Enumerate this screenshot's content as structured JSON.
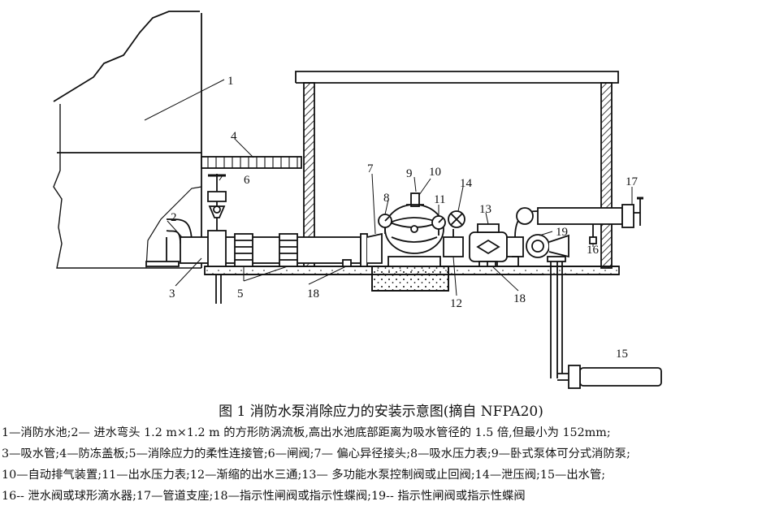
{
  "labels": {
    "l1": "1",
    "l2": "2",
    "l3": "3",
    "l4": "4",
    "l5": "5",
    "l6": "6",
    "l7": "7",
    "l8": "8",
    "l9": "9",
    "l10": "10",
    "l11": "11",
    "l12": "12",
    "l13": "13",
    "l14": "14",
    "l15": "15",
    "l16": "16",
    "l17": "17",
    "l18a": "18",
    "l18b": "18",
    "l19": "19"
  },
  "caption": {
    "title": "图 1   消防水泵消除应力的安装示意图(摘自 NFPA20)",
    "lines": [
      "1—消防水池;2— 进水弯头 1.2 m×1.2 m 的方形防涡流板,高出水池底部距离为吸水管径的 1.5 倍,但最小为 152mm;",
      "3—吸水管;4—防冻盖板;5—消除应力的柔性连接管;6—闸阀;7— 偏心异径接头;8—吸水压力表;9—卧式泵体可分式消防泵;",
      "10—自动排气装置;11—出水压力表;12—渐缩的出水三通;13— 多功能水泵控制阀或止回阀;14—泄压阀;15—出水管;",
      "16-- 泄水阀或球形滴水器;17—管道支座;18—指示性闸阀或指示性蝶阀;19-- 指示性闸阀或指示性蝶阀"
    ]
  }
}
